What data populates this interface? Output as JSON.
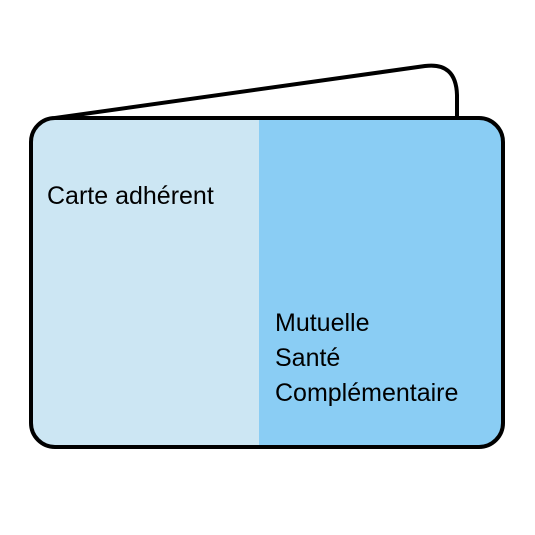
{
  "card": {
    "left_label": "Carte adhérent",
    "right_lines": [
      "Mutuelle",
      "Santé",
      "Complémentaire"
    ]
  },
  "colors": {
    "left_panel": "#cce6f3",
    "right_panel": "#8acdf4",
    "outline": "#000000",
    "background": "#ffffff"
  }
}
